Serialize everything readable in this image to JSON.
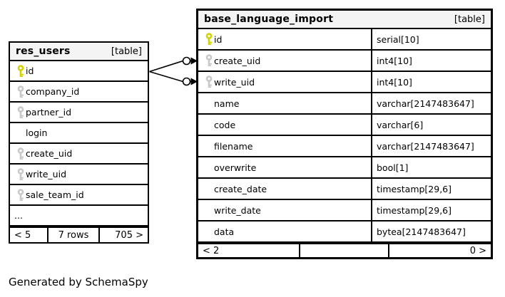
{
  "credit": "Generated by SchemaSpy",
  "colors": {
    "primary_key": "#d2d202",
    "foreign_key": "#c9c9c9",
    "header_bg": "#f4f4f4",
    "border": "#000000",
    "background": "#ffffff"
  },
  "relationships": [
    {
      "from_table": "res_users",
      "from_column": "id",
      "to_table": "base_language_import",
      "to_column": "create_uid"
    },
    {
      "from_table": "res_users",
      "from_column": "id",
      "to_table": "base_language_import",
      "to_column": "write_uid"
    }
  ],
  "res_users": {
    "name": "res_users",
    "badge": "[table]",
    "columns": [
      {
        "name": "id",
        "key": "primary"
      },
      {
        "name": "company_id",
        "key": "foreign"
      },
      {
        "name": "partner_id",
        "key": "foreign"
      },
      {
        "name": "login",
        "key": "none"
      },
      {
        "name": "create_uid",
        "key": "foreign"
      },
      {
        "name": "write_uid",
        "key": "foreign"
      },
      {
        "name": "sale_team_id",
        "key": "foreign"
      },
      {
        "name": "...",
        "key": "none"
      }
    ],
    "footer": {
      "left": "< 5",
      "center": "7 rows",
      "right": "705 >"
    }
  },
  "base_language_import": {
    "name": "base_language_import",
    "badge": "[table]",
    "columns": [
      {
        "name": "id",
        "type": "serial[10]",
        "key": "primary"
      },
      {
        "name": "create_uid",
        "type": "int4[10]",
        "key": "foreign"
      },
      {
        "name": "write_uid",
        "type": "int4[10]",
        "key": "foreign"
      },
      {
        "name": "name",
        "type": "varchar[2147483647]",
        "key": "none"
      },
      {
        "name": "code",
        "type": "varchar[6]",
        "key": "none"
      },
      {
        "name": "filename",
        "type": "varchar[2147483647]",
        "key": "none"
      },
      {
        "name": "overwrite",
        "type": "bool[1]",
        "key": "none"
      },
      {
        "name": "create_date",
        "type": "timestamp[29,6]",
        "key": "none"
      },
      {
        "name": "write_date",
        "type": "timestamp[29,6]",
        "key": "none"
      },
      {
        "name": "data",
        "type": "bytea[2147483647]",
        "key": "none"
      }
    ],
    "footer": {
      "left": "< 2",
      "center": "",
      "right": "0 >"
    }
  }
}
